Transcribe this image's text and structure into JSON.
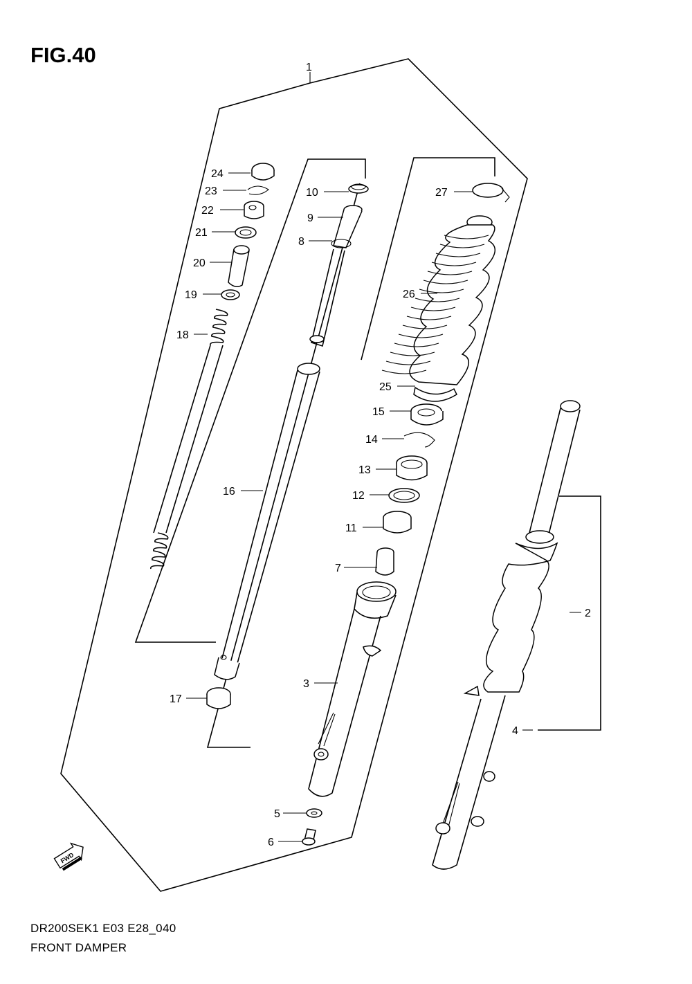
{
  "figure": {
    "title": "FIG.40"
  },
  "footer": {
    "model_code": "DR200SEK1 E03 E28_040",
    "section_name": "FRONT DAMPER"
  },
  "direction_marker": {
    "label": "FWD",
    "icon": "forward-arrow-icon"
  },
  "callouts": [
    {
      "num": "1"
    },
    {
      "num": "2"
    },
    {
      "num": "3"
    },
    {
      "num": "4"
    },
    {
      "num": "5"
    },
    {
      "num": "6"
    },
    {
      "num": "7"
    },
    {
      "num": "8"
    },
    {
      "num": "9"
    },
    {
      "num": "10"
    },
    {
      "num": "11"
    },
    {
      "num": "12"
    },
    {
      "num": "13"
    },
    {
      "num": "14"
    },
    {
      "num": "15"
    },
    {
      "num": "16"
    },
    {
      "num": "17"
    },
    {
      "num": "18"
    },
    {
      "num": "19"
    },
    {
      "num": "20"
    },
    {
      "num": "21"
    },
    {
      "num": "22"
    },
    {
      "num": "23"
    },
    {
      "num": "24"
    },
    {
      "num": "25"
    },
    {
      "num": "26"
    },
    {
      "num": "27"
    }
  ]
}
